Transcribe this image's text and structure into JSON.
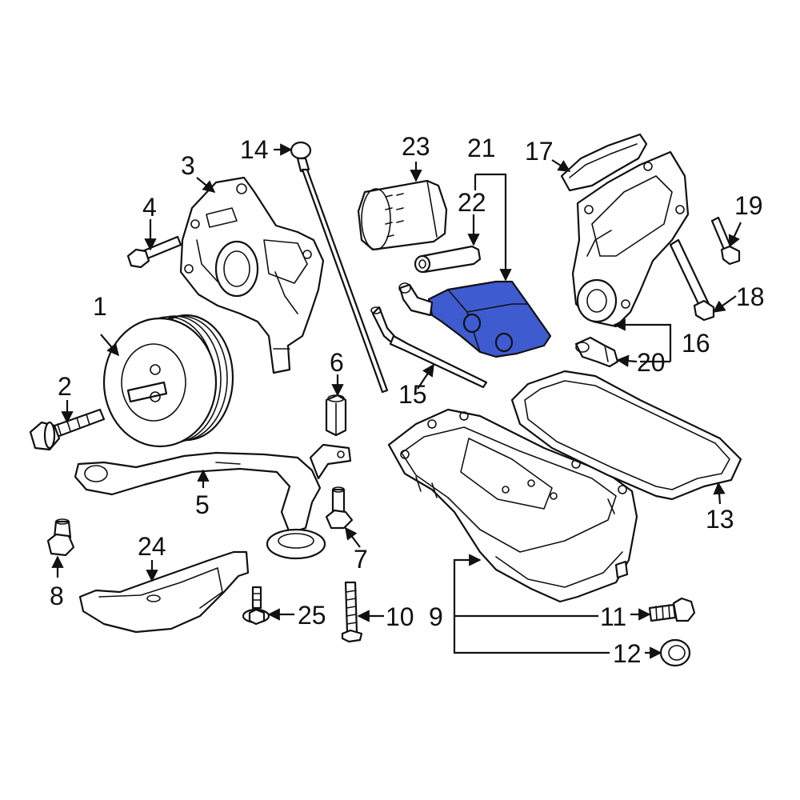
{
  "highlight_color": "#3f5bd0",
  "callouts": [
    "1",
    "2",
    "3",
    "4",
    "5",
    "6",
    "7",
    "8",
    "9",
    "10",
    "11",
    "12",
    "13",
    "14",
    "15",
    "16",
    "17",
    "18",
    "19",
    "20",
    "21",
    "22",
    "23",
    "24",
    "25"
  ]
}
